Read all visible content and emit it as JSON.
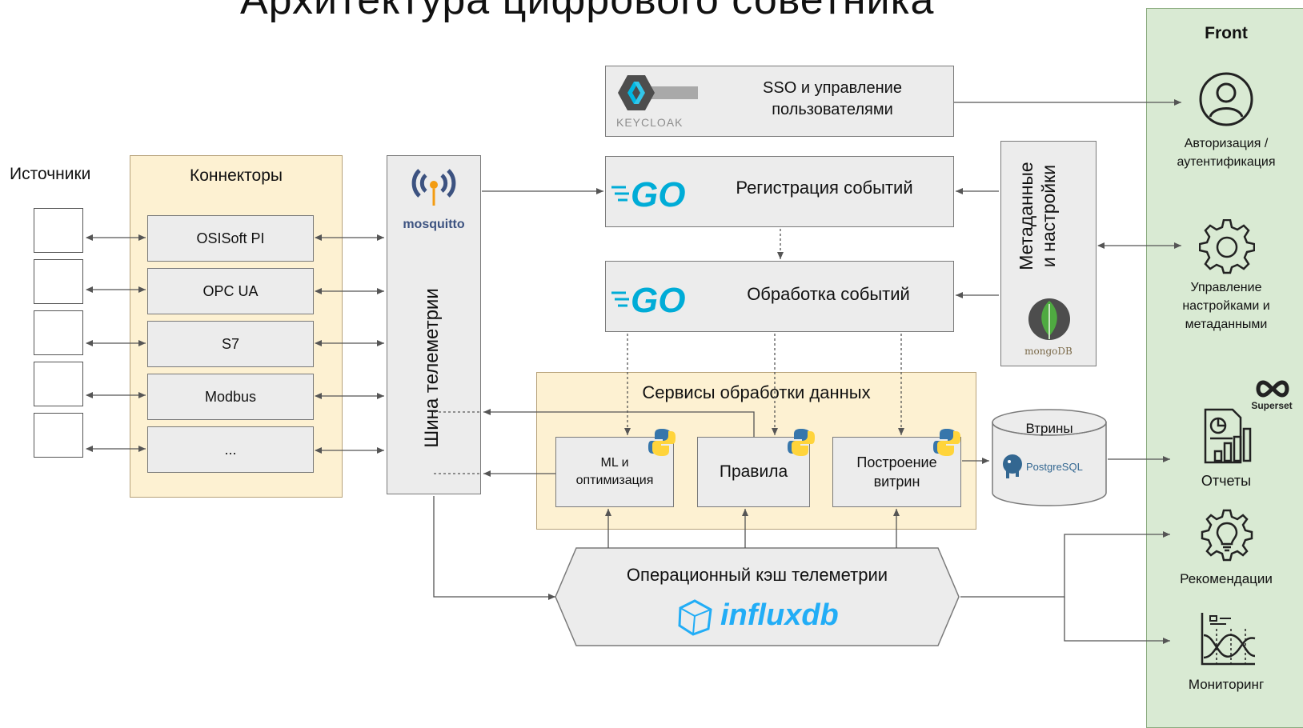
{
  "title": "Архитектура цифрового советника",
  "sources": {
    "label": "Источники"
  },
  "connectors": {
    "label": "Коннекторы",
    "items": [
      "OSISoft PI",
      "OPC UA",
      "S7",
      "Modbus",
      "..."
    ]
  },
  "bus": {
    "label": "Шина телеметрии",
    "logo_text": "mosquitto"
  },
  "sso": {
    "label_line1": "SSO и управление",
    "label_line2": "пользователями",
    "logo_text": "KEYCLOAK"
  },
  "event_registration": {
    "label": "Регистрация событий",
    "logo_text": "GO"
  },
  "event_processing": {
    "label": "Обработка событий",
    "logo_text": "GO"
  },
  "metadata": {
    "label_line1": "Метаданные",
    "label_line2": "и настройки",
    "logo_text": "mongoDB"
  },
  "services": {
    "label": "Сервисы обработки данных",
    "ml_line1": "ML и",
    "ml_line2": "оптимизация",
    "rules": "Правила",
    "marts_line1": "Построение",
    "marts_line2": "витрин"
  },
  "datamart": {
    "label": "Втрины",
    "logo_text": "PostgreSQL"
  },
  "cache": {
    "label": "Операционный кэш телеметрии",
    "logo_text": "influxdb"
  },
  "front": {
    "title": "Front",
    "auth_line1": "Авторизация /",
    "auth_line2": "аутентификация",
    "settings_line1": "Управление",
    "settings_line2": "настройками и",
    "settings_line3": "метаданными",
    "superset_text": "Superset",
    "reports": "Отчеты",
    "recommendations": "Рекомендации",
    "monitoring": "Мониторинг"
  },
  "colors": {
    "yellow_fill": "#fdf1d2",
    "green_fill": "#d9ead3",
    "box_fill": "#ececec",
    "go_blue": "#00acd7",
    "mosquitto_blue": "#3c5280",
    "mosquitto_orange": "#f39c12",
    "mongo_green": "#4faa41",
    "python_blue": "#3776ab",
    "python_yellow": "#ffd43b",
    "influx_blue": "#22adf6"
  }
}
